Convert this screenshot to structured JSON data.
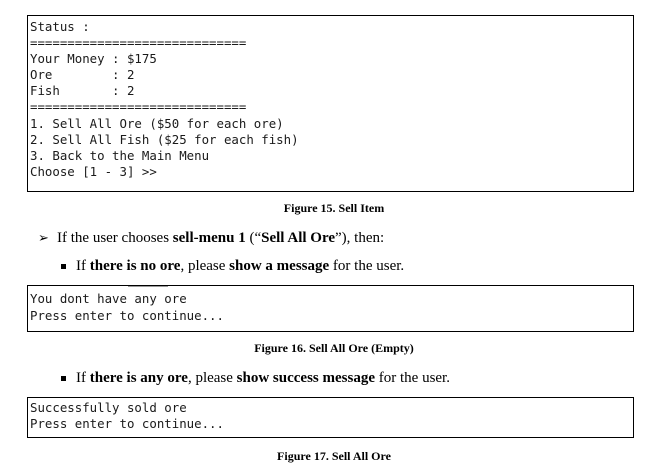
{
  "fig15": {
    "lines": [
      "Status :",
      "=============================",
      "Your Money : $175",
      "Ore        : 2",
      "Fish       : 2",
      "=============================",
      "1. Sell All Ore ($50 for each ore)",
      "2. Sell All Fish ($25 for each fish)",
      "3. Back to the Main Menu",
      "Choose [1 - 3] >>"
    ],
    "caption": "Figure 15. Sell Item"
  },
  "bullet1": {
    "text1": "If the user chooses ",
    "bold1": "sell-menu 1",
    "text2": " (“",
    "bold2": "Sell All Ore",
    "text3": "”), then:"
  },
  "bullet2": {
    "text1": "If ",
    "bold1": "there is no ore",
    "text2": ", please ",
    "bold2": "show a message",
    "text3": " for the user."
  },
  "fig16": {
    "lines": [
      "You dont have any ore",
      "Press enter to continue..."
    ],
    "caption": "Figure 16. Sell All Ore (Empty)"
  },
  "bullet3": {
    "text1": "If ",
    "bold1": "there is any ore",
    "text2": ", please ",
    "bold2": "show success message",
    "text3": " for the user."
  },
  "fig17": {
    "lines": [
      "Successfully sold ore",
      "Press enter to continue..."
    ],
    "caption": "Figure 17. Sell All Ore"
  }
}
